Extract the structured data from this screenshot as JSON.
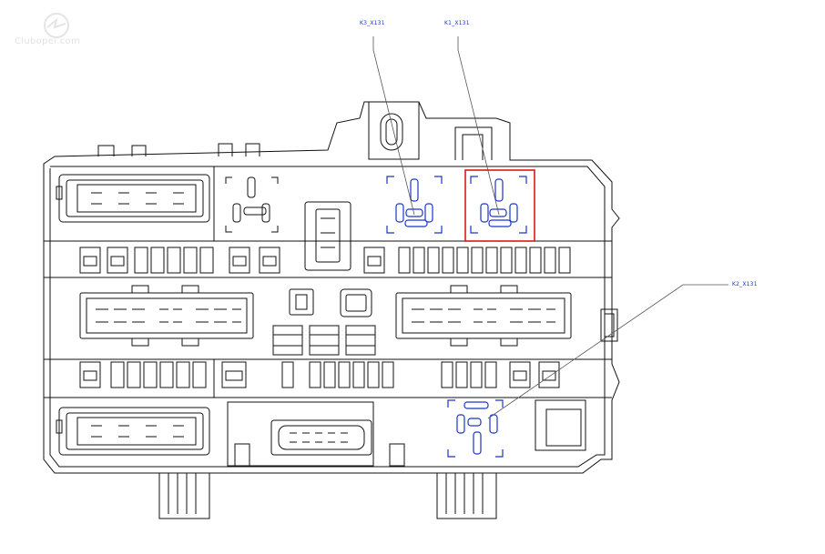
{
  "watermark": {
    "text": "Clubopel.com"
  },
  "callouts": {
    "k3": "K3_X131",
    "k1": "K1_X131",
    "k2": "K2_X131"
  },
  "colors": {
    "outline": "#111111",
    "relay_highlight": "#1a35c8",
    "selection_box": "#d81818",
    "leader_line": "#555555"
  },
  "selected_relay": "K1_X131"
}
